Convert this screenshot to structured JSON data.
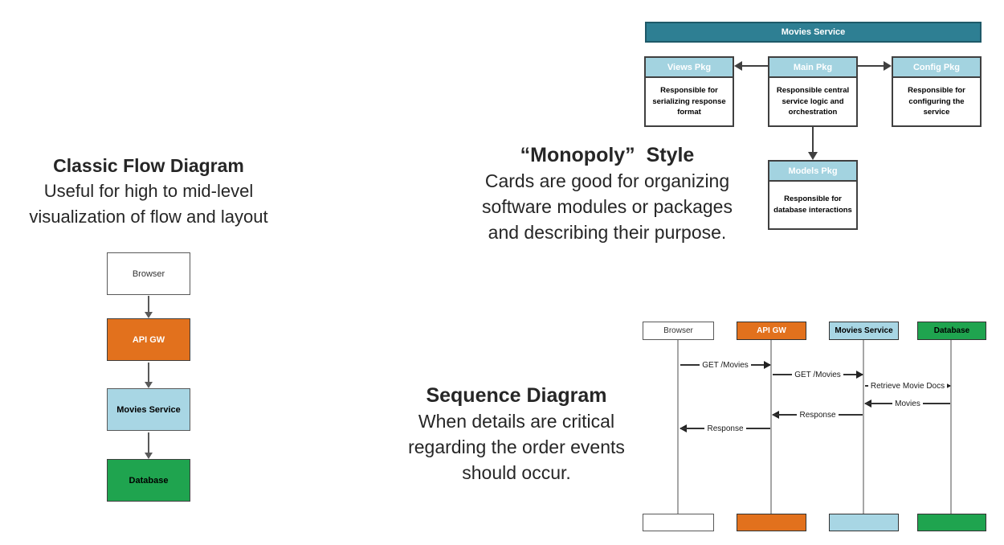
{
  "colors": {
    "teal": "#2E7F93",
    "card_header_blue": "#A3D3E0",
    "orange": "#E2711D",
    "light_blue": "#A8D6E4",
    "green": "#1FA44F",
    "white": "#FFFFFF",
    "arrow_gray": "#595959",
    "arrow_dark": "#404040"
  },
  "flow_section": {
    "title": "Classic Flow Diagram",
    "description_lines": [
      "Useful for high to mid-level",
      "visualization of flow and layout"
    ],
    "nodes": [
      {
        "label": "Browser",
        "fill": "#FFFFFF"
      },
      {
        "label": "API GW",
        "fill": "#E2711D"
      },
      {
        "label": "Movies Service",
        "fill": "#A8D6E4"
      },
      {
        "label": "Database",
        "fill": "#1FA44F"
      }
    ]
  },
  "card_section": {
    "title": "“Monopoly”  Style",
    "description_lines": [
      "Cards are good for organizing",
      "software modules or packages",
      "and describing their purpose."
    ],
    "container_label": "Movies Service",
    "cards": [
      {
        "title": "Views Pkg",
        "body": "Responsible for serializing response format"
      },
      {
        "title": "Main Pkg",
        "body": "Responsible central service logic and orchestration"
      },
      {
        "title": "Config Pkg",
        "body": "Responsible for configuring the service"
      },
      {
        "title": "Models Pkg",
        "body": "Responsible for database interactions"
      }
    ]
  },
  "sequence_section": {
    "title": "Sequence Diagram",
    "description_lines": [
      "When details are critical",
      "regarding the order events",
      "should occur."
    ],
    "participants": [
      {
        "label": "Browser",
        "fill": "#FFFFFF"
      },
      {
        "label": "API GW",
        "fill": "#E2711D"
      },
      {
        "label": "Movies Service",
        "fill": "#A8D6E4"
      },
      {
        "label": "Database",
        "fill": "#1FA44F"
      }
    ],
    "messages": [
      {
        "label": "GET /Movies",
        "from": "Browser",
        "to": "API GW"
      },
      {
        "label": "GET /Movies",
        "from": "API GW",
        "to": "Movies Service"
      },
      {
        "label": "Retrieve Movie Docs",
        "from": "Movies Service",
        "to": "Database"
      },
      {
        "label": "Movies",
        "from": "Database",
        "to": "Movies Service"
      },
      {
        "label": "Response",
        "from": "Movies Service",
        "to": "API GW"
      },
      {
        "label": "Response",
        "from": "API GW",
        "to": "Browser"
      }
    ]
  }
}
